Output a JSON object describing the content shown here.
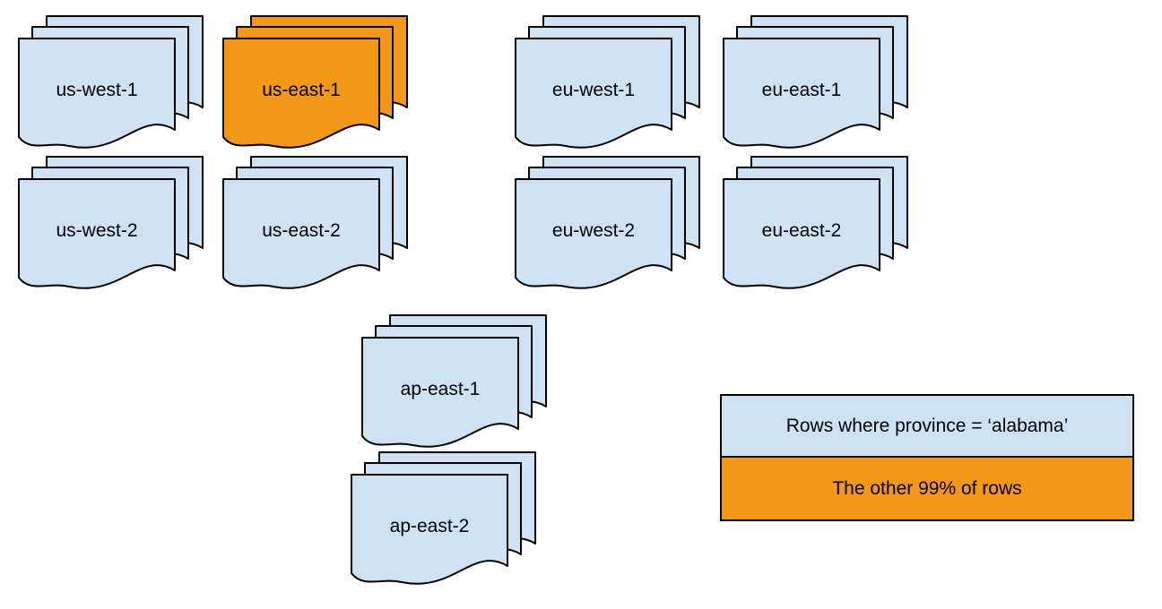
{
  "colors": {
    "blue": "#cfe2f3",
    "orange": "#f29718",
    "stroke": "#000000",
    "background": "#ffffff"
  },
  "regions": [
    {
      "label": "us-west-1",
      "variant": "blue"
    },
    {
      "label": "us-east-1",
      "variant": "orange"
    },
    {
      "label": "eu-west-1",
      "variant": "blue"
    },
    {
      "label": "eu-east-1",
      "variant": "blue"
    },
    {
      "label": "us-west-2",
      "variant": "blue"
    },
    {
      "label": "us-east-2",
      "variant": "blue"
    },
    {
      "label": "eu-west-2",
      "variant": "blue"
    },
    {
      "label": "eu-east-2",
      "variant": "blue"
    },
    {
      "label": "ap-east-1",
      "variant": "blue"
    },
    {
      "label": "ap-east-2",
      "variant": "blue"
    }
  ],
  "legend": {
    "items": [
      {
        "label": "Rows where province = ‘alabama’",
        "color": "#cfe2f3"
      },
      {
        "label": "The other 99% of rows",
        "color": "#f29718"
      }
    ]
  }
}
